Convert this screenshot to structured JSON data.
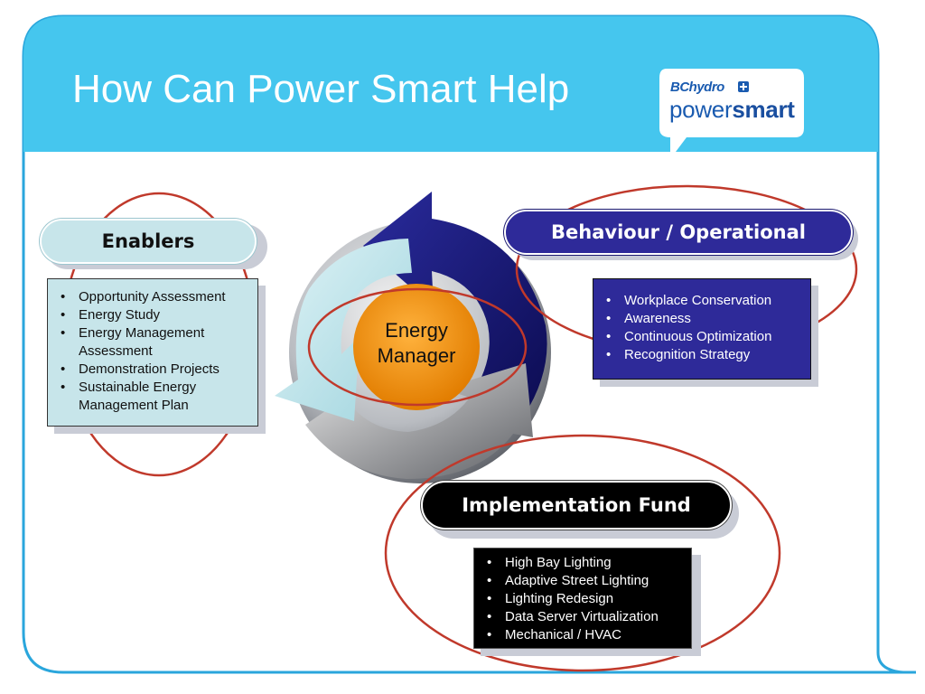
{
  "slide": {
    "title": "How Can Power Smart Help",
    "logo": {
      "line1": "BChydro",
      "line2a": "power",
      "line2b": "smart"
    }
  },
  "center": {
    "line1": "Energy",
    "line2": "Manager"
  },
  "enablers": {
    "header": "Enablers",
    "items": [
      "Opportunity Assessment",
      "Energy Study",
      "Energy Management Assessment",
      "Demonstration Projects",
      "Sustainable Energy Management Plan"
    ]
  },
  "behaviour": {
    "header": "Behaviour / Operational",
    "items": [
      "Workplace Conservation",
      "Awareness",
      "Continuous Optimization",
      "Recognition Strategy"
    ]
  },
  "implementation": {
    "header": "Implementation Fund",
    "items": [
      "High Bay Lighting",
      "Adaptive Street Lighting",
      "Lighting Redesign",
      "Data Server Virtualization",
      "Mechanical / HVAC"
    ]
  },
  "colors": {
    "banner": "#45c6ee",
    "frame": "#2aa6dc",
    "enablers_fill": "#c7e5ea",
    "behaviour_fill": "#2e2a99",
    "implementation_fill": "#000000",
    "energy_manager": "#f39418",
    "highlight_ellipse": "#c0392b"
  }
}
